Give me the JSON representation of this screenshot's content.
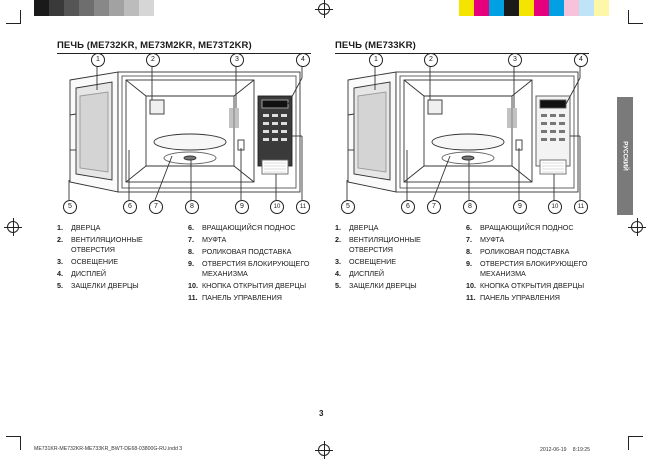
{
  "colors": {
    "swatches_left": [
      "#1a1a1a",
      "#3a3a3a",
      "#555555",
      "#6e6e6e",
      "#888888",
      "#a2a2a2",
      "#bcbcbc",
      "#d6d6d6"
    ],
    "swatches_right": [
      "#f4e400",
      "#e6007e",
      "#00a0e2",
      "#1a1a1a",
      "#f4e400",
      "#e6007e",
      "#00a0e2",
      "#f6c3da",
      "#bfe4f7",
      "#fff7a8"
    ],
    "side_tab": "#7a7a7a"
  },
  "left": {
    "title": "ПЕЧЬ (ME732KR, ME73M2KR, ME73T2KR)",
    "callouts_top": [
      "1",
      "2",
      "3",
      "4"
    ],
    "callouts_bottom": [
      "5",
      "6",
      "7",
      "8",
      "9",
      "10",
      "11"
    ],
    "list_a": [
      {
        "num": "1.",
        "text": "ДВЕРЦА"
      },
      {
        "num": "2.",
        "text": "ВЕНТИЛЯЦИОННЫЕ ОТВЕРСТИЯ"
      },
      {
        "num": "3.",
        "text": "ОСВЕЩЕНИЕ"
      },
      {
        "num": "4.",
        "text": "ДИСПЛЕЙ"
      },
      {
        "num": "5.",
        "text": "ЗАЩЕЛКИ ДВЕРЦЫ"
      }
    ],
    "list_b": [
      {
        "num": "6.",
        "text": "ВРАЩАЮЩИЙСЯ ПОДНОС"
      },
      {
        "num": "7.",
        "text": "МУФТА"
      },
      {
        "num": "8.",
        "text": "РОЛИКОВАЯ ПОДСТАВКА"
      },
      {
        "num": "9.",
        "text": "ОТВЕРСТИЯ БЛОКИРУЮЩЕГО МЕХАНИЗМА"
      },
      {
        "num": "10.",
        "text": "КНОПКА ОТКРЫТИЯ ДВЕРЦЫ"
      },
      {
        "num": "11.",
        "text": "ПАНЕЛЬ УПРАВЛЕНИЯ"
      }
    ]
  },
  "right": {
    "title": "ПЕЧЬ (ME733KR)",
    "callouts_top": [
      "1",
      "2",
      "3",
      "4"
    ],
    "callouts_bottom": [
      "5",
      "6",
      "7",
      "8",
      "9",
      "10",
      "11"
    ],
    "list_a": [
      {
        "num": "1.",
        "text": "ДВЕРЦА"
      },
      {
        "num": "2.",
        "text": "ВЕНТИЛЯЦИОННЫЕ ОТВЕРСТИЯ"
      },
      {
        "num": "3.",
        "text": "ОСВЕЩЕНИЕ"
      },
      {
        "num": "4.",
        "text": "ДИСПЛЕЙ"
      },
      {
        "num": "5.",
        "text": "ЗАЩЕЛКИ ДВЕРЦЫ"
      }
    ],
    "list_b": [
      {
        "num": "6.",
        "text": "ВРАЩАЮЩИЙСЯ ПОДНОС"
      },
      {
        "num": "7.",
        "text": "МУФТА"
      },
      {
        "num": "8.",
        "text": "РОЛИКОВАЯ ПОДСТАВКА"
      },
      {
        "num": "9.",
        "text": "ОТВЕРСТИЯ БЛОКИРУЮЩЕГО МЕХАНИЗМА"
      },
      {
        "num": "10.",
        "text": "КНОПКА ОТКРЫТИЯ ДВЕРЦЫ"
      },
      {
        "num": "11.",
        "text": "ПАНЕЛЬ УПРАВЛЕНИЯ"
      }
    ]
  },
  "side_tab": "РУССКИЙ",
  "page_number": "3",
  "footer": {
    "file": "ME731KR-ME732KR-ME733KR_BWT-DE68-03800G-RU.indd   3",
    "datetime": "2012-06-19   ㅤ8:19:25"
  }
}
